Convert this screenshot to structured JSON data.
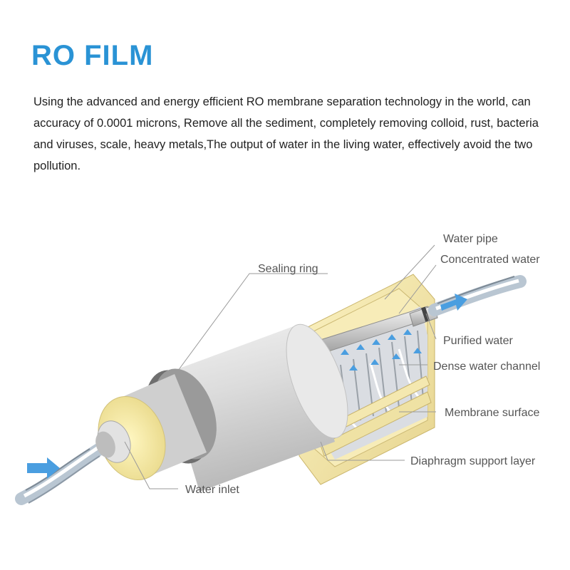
{
  "title": "RO FILM",
  "description": "Using the advanced and energy efficient RO membrane separation technology in the world, can accuracy of 0.0001 microns, Remove all the sediment, completely removing colloid, rust, bacteria and viruses, scale, heavy metals,The output of water in the living water, effectively avoid the two pollution.",
  "labels": {
    "water_pipe": "Water pipe",
    "concentrated_water": "Concentrated water",
    "sealing_ring": "Sealing ring",
    "purified_water": "Purified water",
    "dense_water_channel": "Dense water channel",
    "membrane_surface": "Membrane surface",
    "diaphragm_support_layer": "Diaphragm support layer",
    "water_inlet": "Water inlet"
  },
  "colors": {
    "title": "#2a93d5",
    "text": "#222222",
    "label": "#555555",
    "arrow": "#4a9ee0",
    "membrane": "#f3e7a5"
  }
}
